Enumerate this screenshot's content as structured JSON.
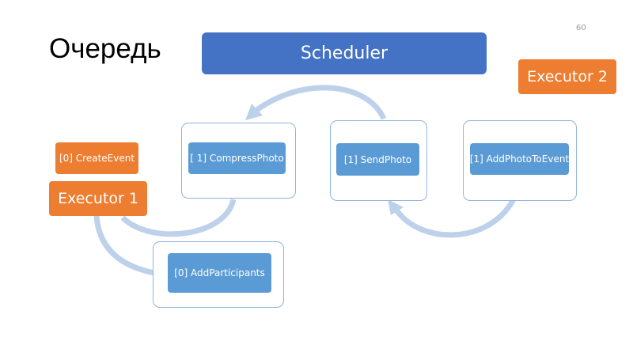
{
  "slide": {
    "title": "Очередь",
    "page_number": "60"
  },
  "scheduler": {
    "label": "Scheduler"
  },
  "executors": {
    "executor_1": "Executor 1",
    "executor_2": "Executor 2"
  },
  "tasks": {
    "create_event": "[0] CreateEvent",
    "compress_photo": "[ 1] CompressPhoto",
    "send_photo": "[1] SendPhoto",
    "add_photo_to_event": "[1] AddPhotoToEvent",
    "add_participants": "[0] AddParticipants"
  },
  "colors": {
    "scheduler": "#4472c4",
    "executor": "#ed7d31",
    "task": "#5b9bd5",
    "frame_border": "#8fb4de",
    "arrow": "#bdd1ea"
  }
}
